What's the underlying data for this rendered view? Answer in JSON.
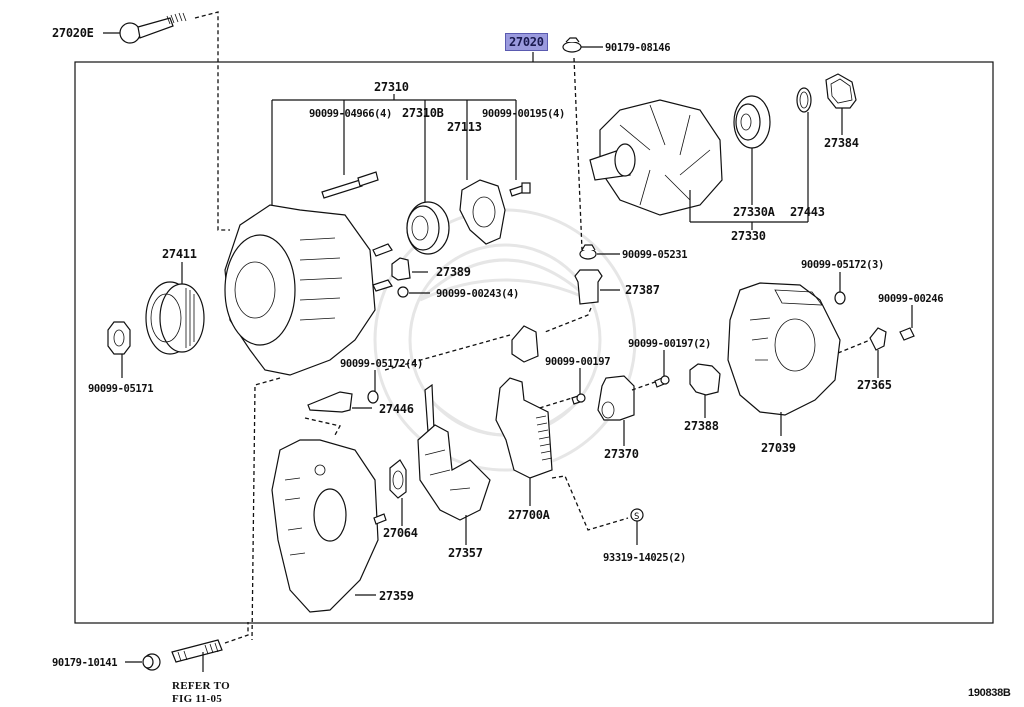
{
  "diagram": {
    "assembly_label": "27020",
    "assembly_highlight_color": "#9a9ade",
    "figure_code": "190838B",
    "refer_note": {
      "line1": "REFER TO",
      "line2": "FIG 11-05"
    },
    "callouts": {
      "p27020E": "27020E",
      "p27020": "27020",
      "p90179_08146": "90179-08146",
      "p27310": "27310",
      "p90099_04966": "90099-04966(4)",
      "p27310B": "27310B",
      "p27113": "27113",
      "p90099_00195": "90099-00195(4)",
      "p27384": "27384",
      "p27330A": "27330A",
      "p27443": "27443",
      "p27330": "27330",
      "p90099_05231": "90099-05231",
      "p27411": "27411",
      "p27389": "27389",
      "p90099_00243": "90099-00243(4)",
      "p27387": "27387",
      "p90099_05172_3": "90099-05172(3)",
      "p90099_00246": "90099-00246",
      "p90099_00197_2": "90099-00197(2)",
      "p27365": "27365",
      "p90099_05171": "90099-05171",
      "p90099_05172_4": "90099-05172(4)",
      "p90099_00197": "90099-00197",
      "p27446": "27446",
      "p27388": "27388",
      "p27370": "27370",
      "p27039": "27039",
      "p27064": "27064",
      "p27700A": "27700A",
      "p27357": "27357",
      "p93319_14025": "93319-14025(2)",
      "p27359": "27359",
      "p90179_10141": "90179-10141"
    }
  }
}
